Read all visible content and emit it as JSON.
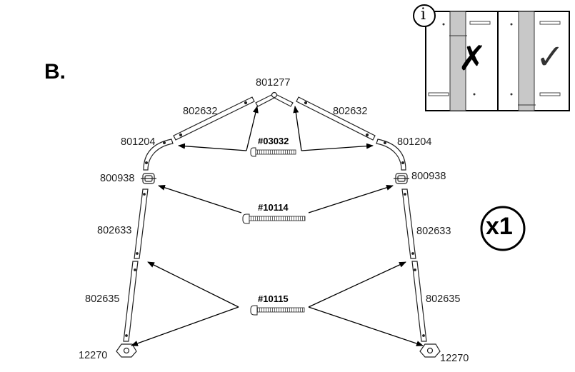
{
  "step_label": "B.",
  "quantity_label": "x1",
  "info_symbol": "i",
  "parts": {
    "peak": "801277",
    "upper_left": "802632",
    "upper_right": "802632",
    "elbow_left": "801204",
    "elbow_right": "801204",
    "connector_left": "800938",
    "connector_right": "800938",
    "mid_left": "802633",
    "mid_right": "802633",
    "lower_left": "802635",
    "lower_right": "802635",
    "foot_left": "12270",
    "foot_right": "12270"
  },
  "screws": {
    "top": "#03032",
    "middle": "#10114",
    "bottom": "#10115"
  },
  "inset": {
    "wrong_mark": "✗",
    "right_mark": "✓"
  }
}
